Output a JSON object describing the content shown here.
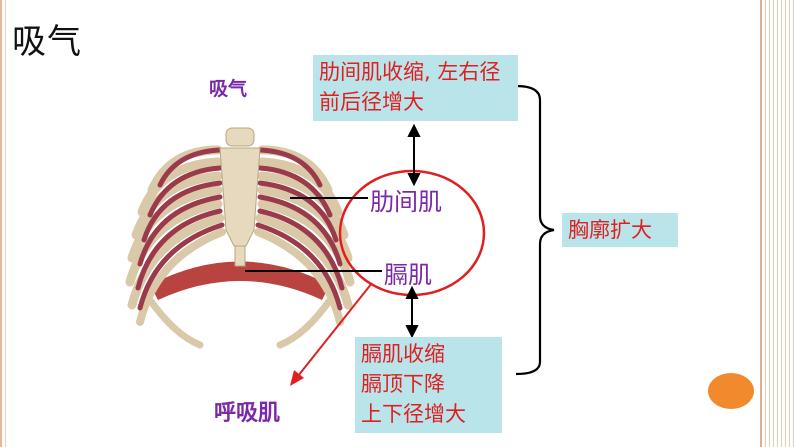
{
  "slide": {
    "title": "吸气",
    "image_caption": "吸气",
    "box_top": "肋间肌收缩, 左右径前后径增大",
    "label_intercostal": "肋间肌",
    "label_diaphragm": "膈肌",
    "box_bottom_lines": [
      "膈肌收缩",
      "膈顶下降",
      "上下径增大"
    ],
    "box_right": "胸廓扩大",
    "label_resp_muscle": "呼吸肌"
  },
  "colors": {
    "box_bg": "#b8e4ea",
    "box_text": "#e02020",
    "label_purple": "#7a2aa8",
    "circle": "#e02020",
    "arrow": "#e02020",
    "accent_dot": "#f18a2c"
  }
}
